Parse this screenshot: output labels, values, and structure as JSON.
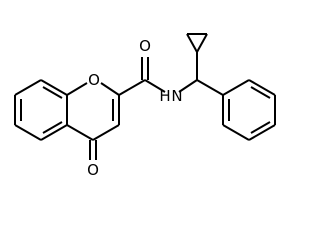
{
  "structure": {
    "atom_labels": {
      "ring_oxygen": "O",
      "carbonyl_oxygen": "O",
      "amide_oxygen": "O",
      "amide_nitrogen_h": "H",
      "amide_nitrogen": "N"
    },
    "colors": {
      "bond": "#000000",
      "label": "#000000",
      "background": "#ffffff"
    }
  }
}
